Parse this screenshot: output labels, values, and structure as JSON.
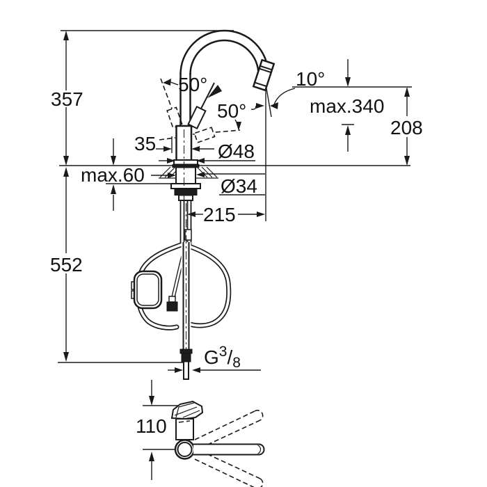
{
  "drawing": {
    "type": "faucet-installation-dimension-drawing",
    "colors": {
      "line": "#1a1a1a",
      "background": "#ffffff"
    },
    "labels": {
      "dim_357": "357",
      "dim_552": "552",
      "dim_max60": "max.60",
      "dim_35": "35",
      "dim_o48": "Ø48",
      "dim_o34": "Ø34",
      "dim_215": "215",
      "dim_208": "208",
      "dim_max340": "max.340",
      "dim_110": "110",
      "angle_swivel_left": "50°",
      "angle_swivel_right": "50°",
      "angle_spray": "10°",
      "thread": {
        "g": "G",
        "numerator": "3",
        "slash": "/",
        "denominator": "8"
      }
    }
  }
}
